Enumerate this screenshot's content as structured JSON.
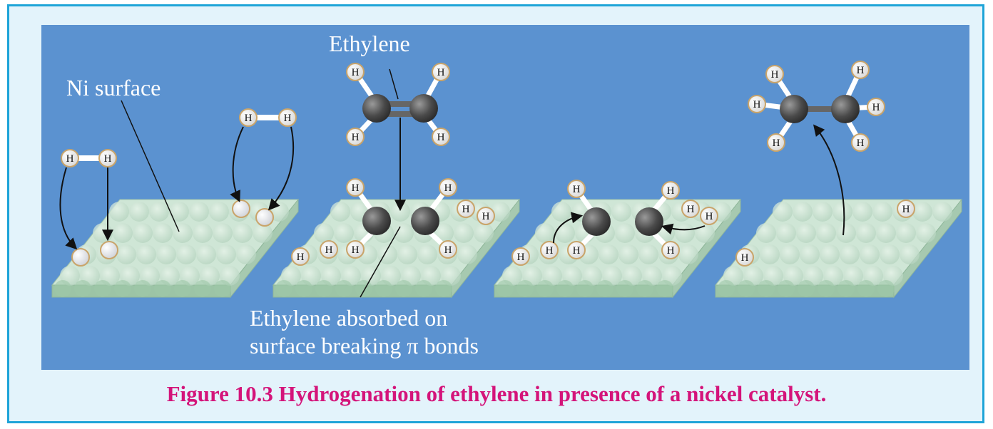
{
  "labels": {
    "ni_surface": "Ni surface",
    "ethylene": "Ethylene",
    "absorbed_line1": "Ethylene absorbed on",
    "absorbed_line2": "surface breaking π bonds"
  },
  "atom_symbol": "H",
  "caption": "Figure 10.3 Hydrogenation of ethylene in presence of a nickel catalyst.",
  "colors": {
    "frame_border": "#1ea4d8",
    "frame_bg": "#e3f3fb",
    "panel_bg": "#5b92d0",
    "caption": "#d4147a",
    "surface": "#cfe6d6",
    "carbon": "#555555"
  }
}
